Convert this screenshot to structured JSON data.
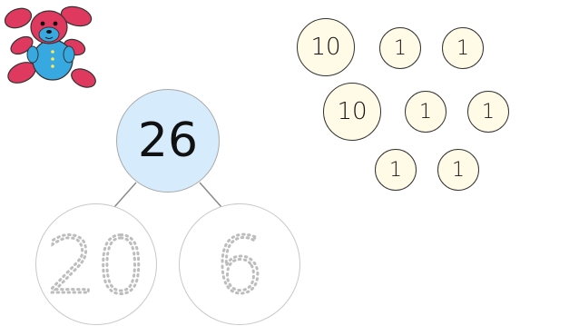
{
  "bond": {
    "whole": "26",
    "tens_part": "20",
    "ones_part": "6"
  },
  "coins": {
    "row1": [
      "10",
      "1",
      "1"
    ],
    "row2": [
      "10",
      "1",
      "1"
    ],
    "row3": [
      "1",
      "1"
    ]
  },
  "colors": {
    "whole_fill": "#d6ebfb",
    "coin_fill": "#fffbe6",
    "trace_stroke": "#bdbdbd",
    "bear_body": "#e0395f",
    "bear_shirt": "#37a9e0"
  },
  "icons": {
    "mascot": "teddy-bear-icon"
  }
}
